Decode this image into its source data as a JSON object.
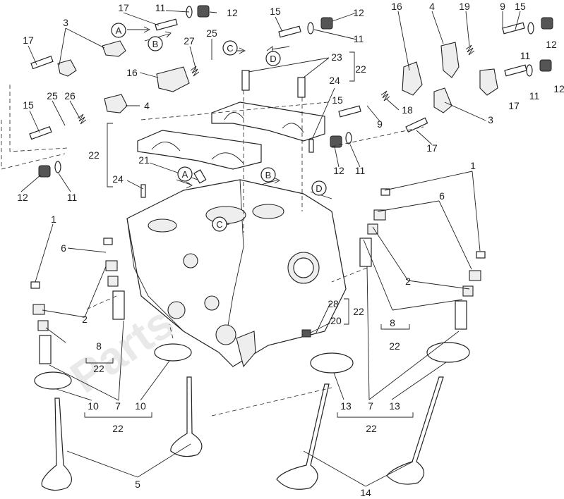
{
  "watermark": "PartsRepublik",
  "letter_markers": [
    "A",
    "B",
    "C",
    "D"
  ],
  "callouts": {
    "c1": "1",
    "c2": "2",
    "c3": "3",
    "c4": "4",
    "c5": "5",
    "c6": "6",
    "c7": "7",
    "c8": "8",
    "c9": "9",
    "c10": "10",
    "c11": "11",
    "c12": "12",
    "c13": "13",
    "c14": "14",
    "c15": "15",
    "c16": "16",
    "c17": "17",
    "c18": "18",
    "c19": "19",
    "c20": "20",
    "c21": "21",
    "c22": "22",
    "c23": "23",
    "c24": "24",
    "c25": "25",
    "c26": "26",
    "c27": "27",
    "c28": "28"
  }
}
